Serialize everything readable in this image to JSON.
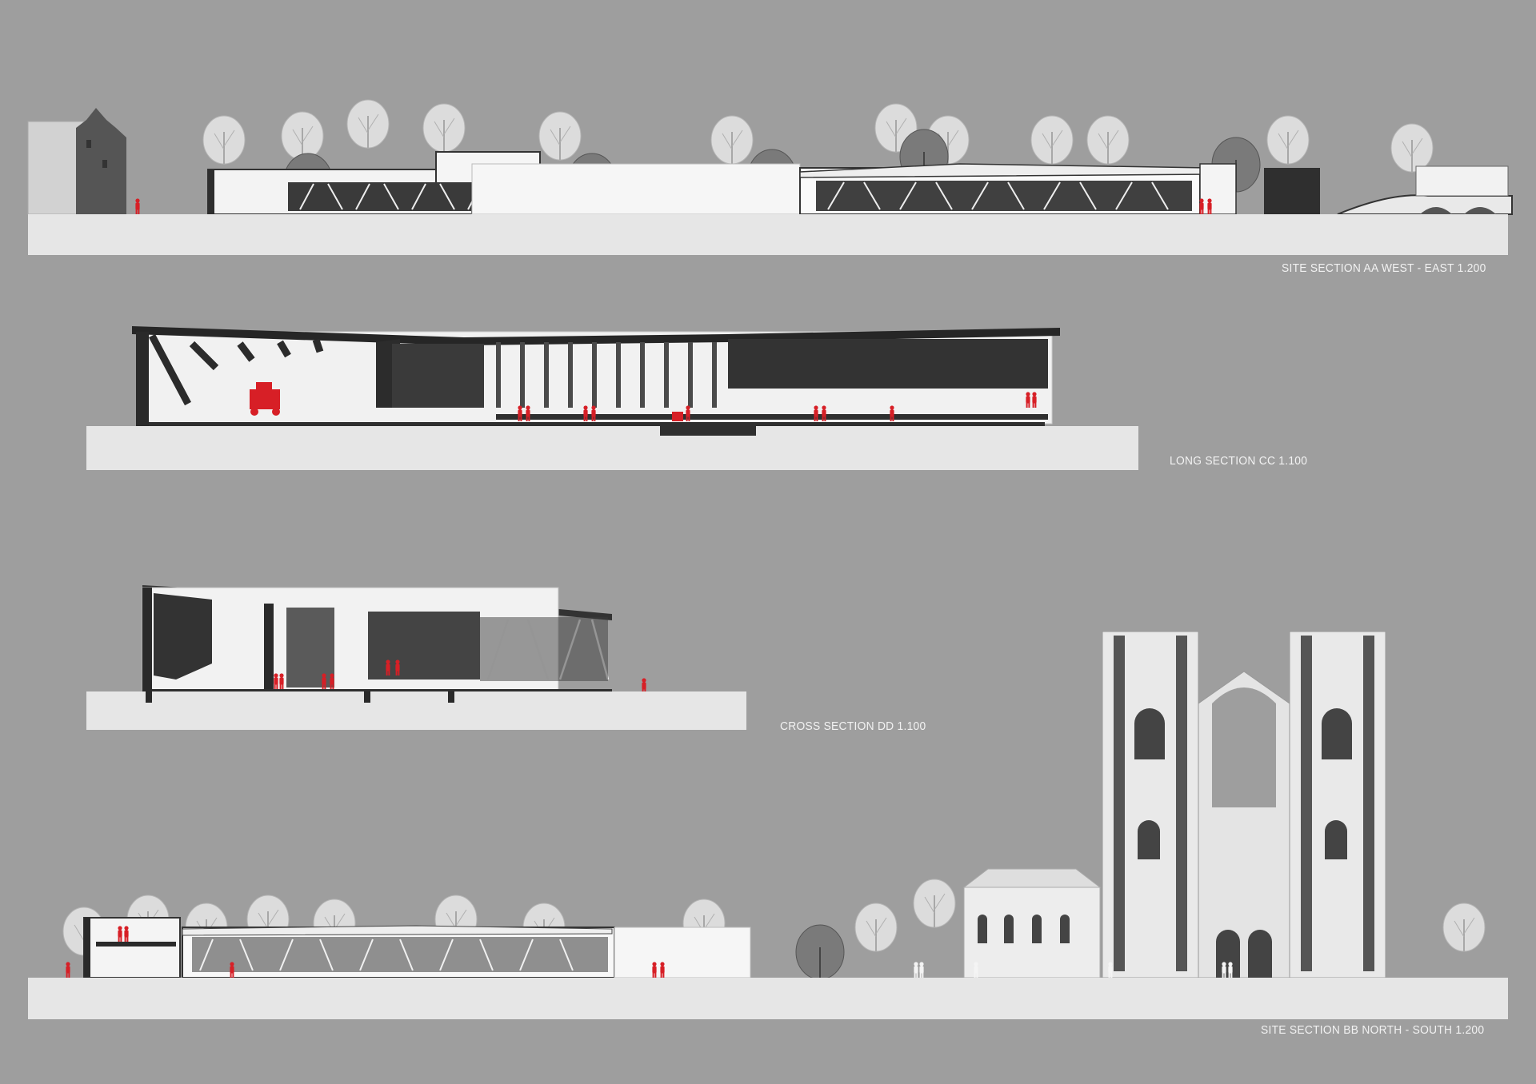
{
  "sheet": {
    "background": "#9e9e9e",
    "ground_color": "#e6e6e6",
    "figure_color": "#d71f26",
    "dark_color": "#333333"
  },
  "sections": [
    {
      "id": "aa",
      "label": "SITE SECTION AA WEST - EAST 1.200"
    },
    {
      "id": "cc",
      "label": "LONG SECTION CC 1.100"
    },
    {
      "id": "dd",
      "label": "CROSS SECTION DD 1.100"
    },
    {
      "id": "bb",
      "label": "SITE SECTION BB NORTH - SOUTH 1.200"
    }
  ]
}
